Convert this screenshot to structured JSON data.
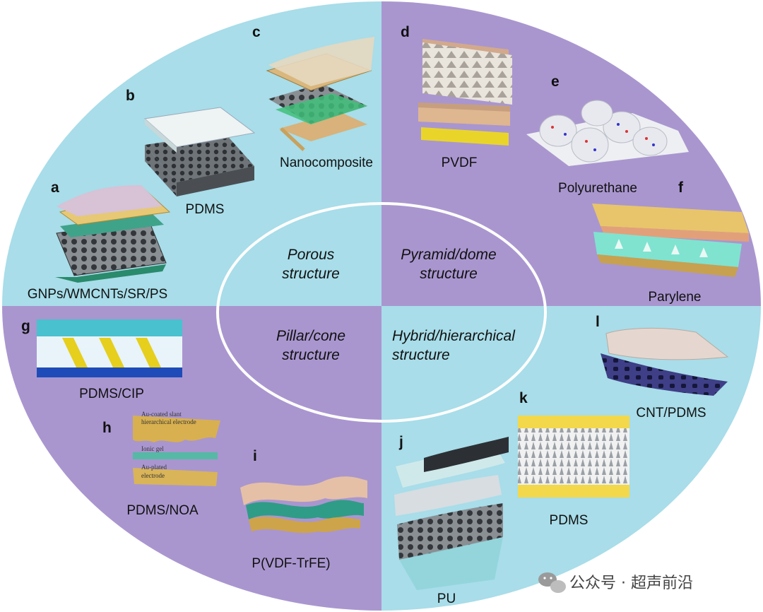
{
  "colors": {
    "porous": "#a8dde9",
    "pyramid": "#a996cf",
    "pillar": "#a996cf",
    "hybrid": "#a8dde9",
    "inner_ring": "#ffffff"
  },
  "categories": {
    "porous": [
      "Porous",
      "structure"
    ],
    "pyramid": [
      "Pyramid/dome",
      "structure"
    ],
    "pillar": [
      "Pillar/cone",
      "structure"
    ],
    "hybrid": [
      "Hybrid/hierarchical",
      "structure"
    ]
  },
  "panels": {
    "a": {
      "letter": "a",
      "label": "GNPs/WMCNTs/SR/PS"
    },
    "b": {
      "letter": "b",
      "label": "PDMS"
    },
    "c": {
      "letter": "c",
      "label": "Nanocomposite"
    },
    "d": {
      "letter": "d",
      "label": "PVDF"
    },
    "e": {
      "letter": "e",
      "label": "Polyurethane"
    },
    "f": {
      "letter": "f",
      "label": "Parylene"
    },
    "g": {
      "letter": "g",
      "label": "PDMS/CIP"
    },
    "h": {
      "letter": "h",
      "label": "PDMS/NOA",
      "notes": [
        "Au-coated slant",
        "hierarchical electrode",
        "Ionic gel",
        "Au-plated",
        "electrode"
      ]
    },
    "i": {
      "letter": "i",
      "label": "P(VDF-TrFE)"
    },
    "j": {
      "letter": "j",
      "label": "PU"
    },
    "k": {
      "letter": "k",
      "label": "PDMS"
    },
    "l": {
      "letter": "l",
      "label": "CNT/PDMS"
    }
  },
  "watermark": {
    "icon": "wechat-icon",
    "text": "公众号 · 超声前沿"
  }
}
